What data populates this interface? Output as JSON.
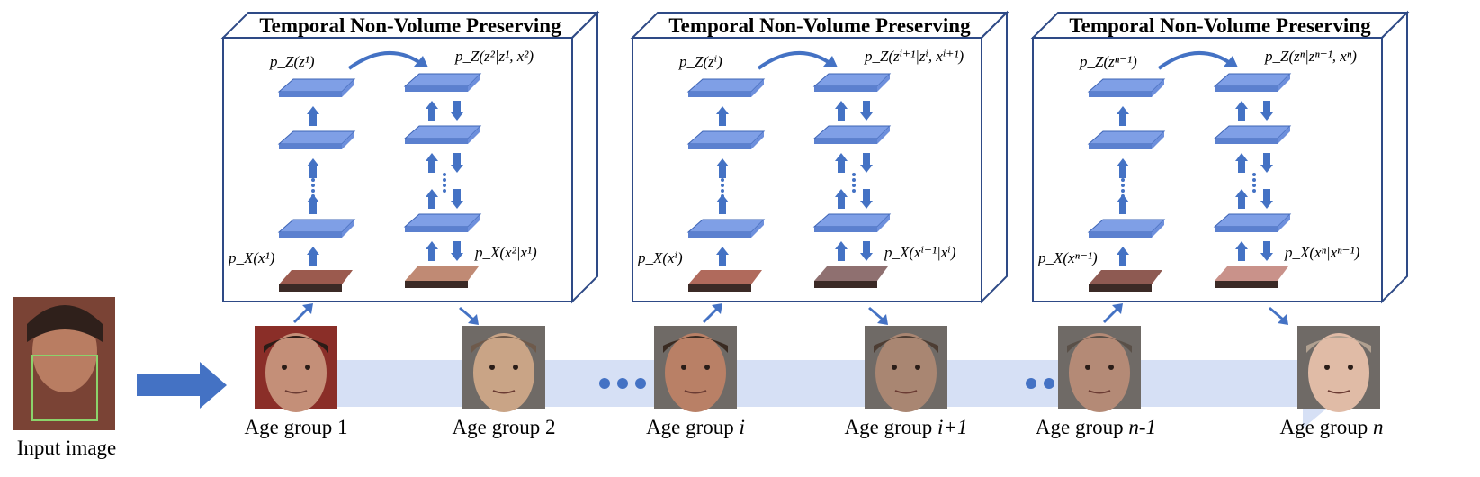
{
  "input_caption": "Input image",
  "modules": [
    {
      "title": "Temporal Non-Volume Preserving",
      "prior_left": "p_Z(z¹)",
      "prior_right": "p_Z(z²|z¹, x²)",
      "data_left": "p_X(x¹)",
      "data_right": "p_X(x²|x¹)"
    },
    {
      "title": "Temporal Non-Volume Preserving",
      "prior_left": "p_Z(zⁱ)",
      "prior_right": "p_Z(zⁱ⁺¹|zⁱ, xⁱ⁺¹)",
      "data_left": "p_X(xⁱ)",
      "data_right": "p_X(xⁱ⁺¹|xⁱ)"
    },
    {
      "title": "Temporal Non-Volume Preserving",
      "prior_left": "p_Z(zⁿ⁻¹)",
      "prior_right": "p_Z(zⁿ|zⁿ⁻¹, xⁿ)",
      "data_left": "p_X(xⁿ⁻¹)",
      "data_right": "p_X(xⁿ|xⁿ⁻¹)"
    }
  ],
  "age_groups": [
    {
      "prefix": "Age group ",
      "suffix": "1"
    },
    {
      "prefix": "Age group ",
      "suffix": "2"
    },
    {
      "prefix": "Age group ",
      "suffix": "i"
    },
    {
      "prefix": "Age group ",
      "suffix": "i+1"
    },
    {
      "prefix": "Age group ",
      "suffix": "n-1"
    },
    {
      "prefix": "Age group ",
      "suffix": "n"
    }
  ],
  "colors": {
    "flow_blue": "#4472c4",
    "layer_fill": "#7f9fe6",
    "layer_stroke": "#3d64b5",
    "timeline": "#d6e0f5",
    "box_stroke": "#2e4a86",
    "face_box": "#8bd36b"
  }
}
